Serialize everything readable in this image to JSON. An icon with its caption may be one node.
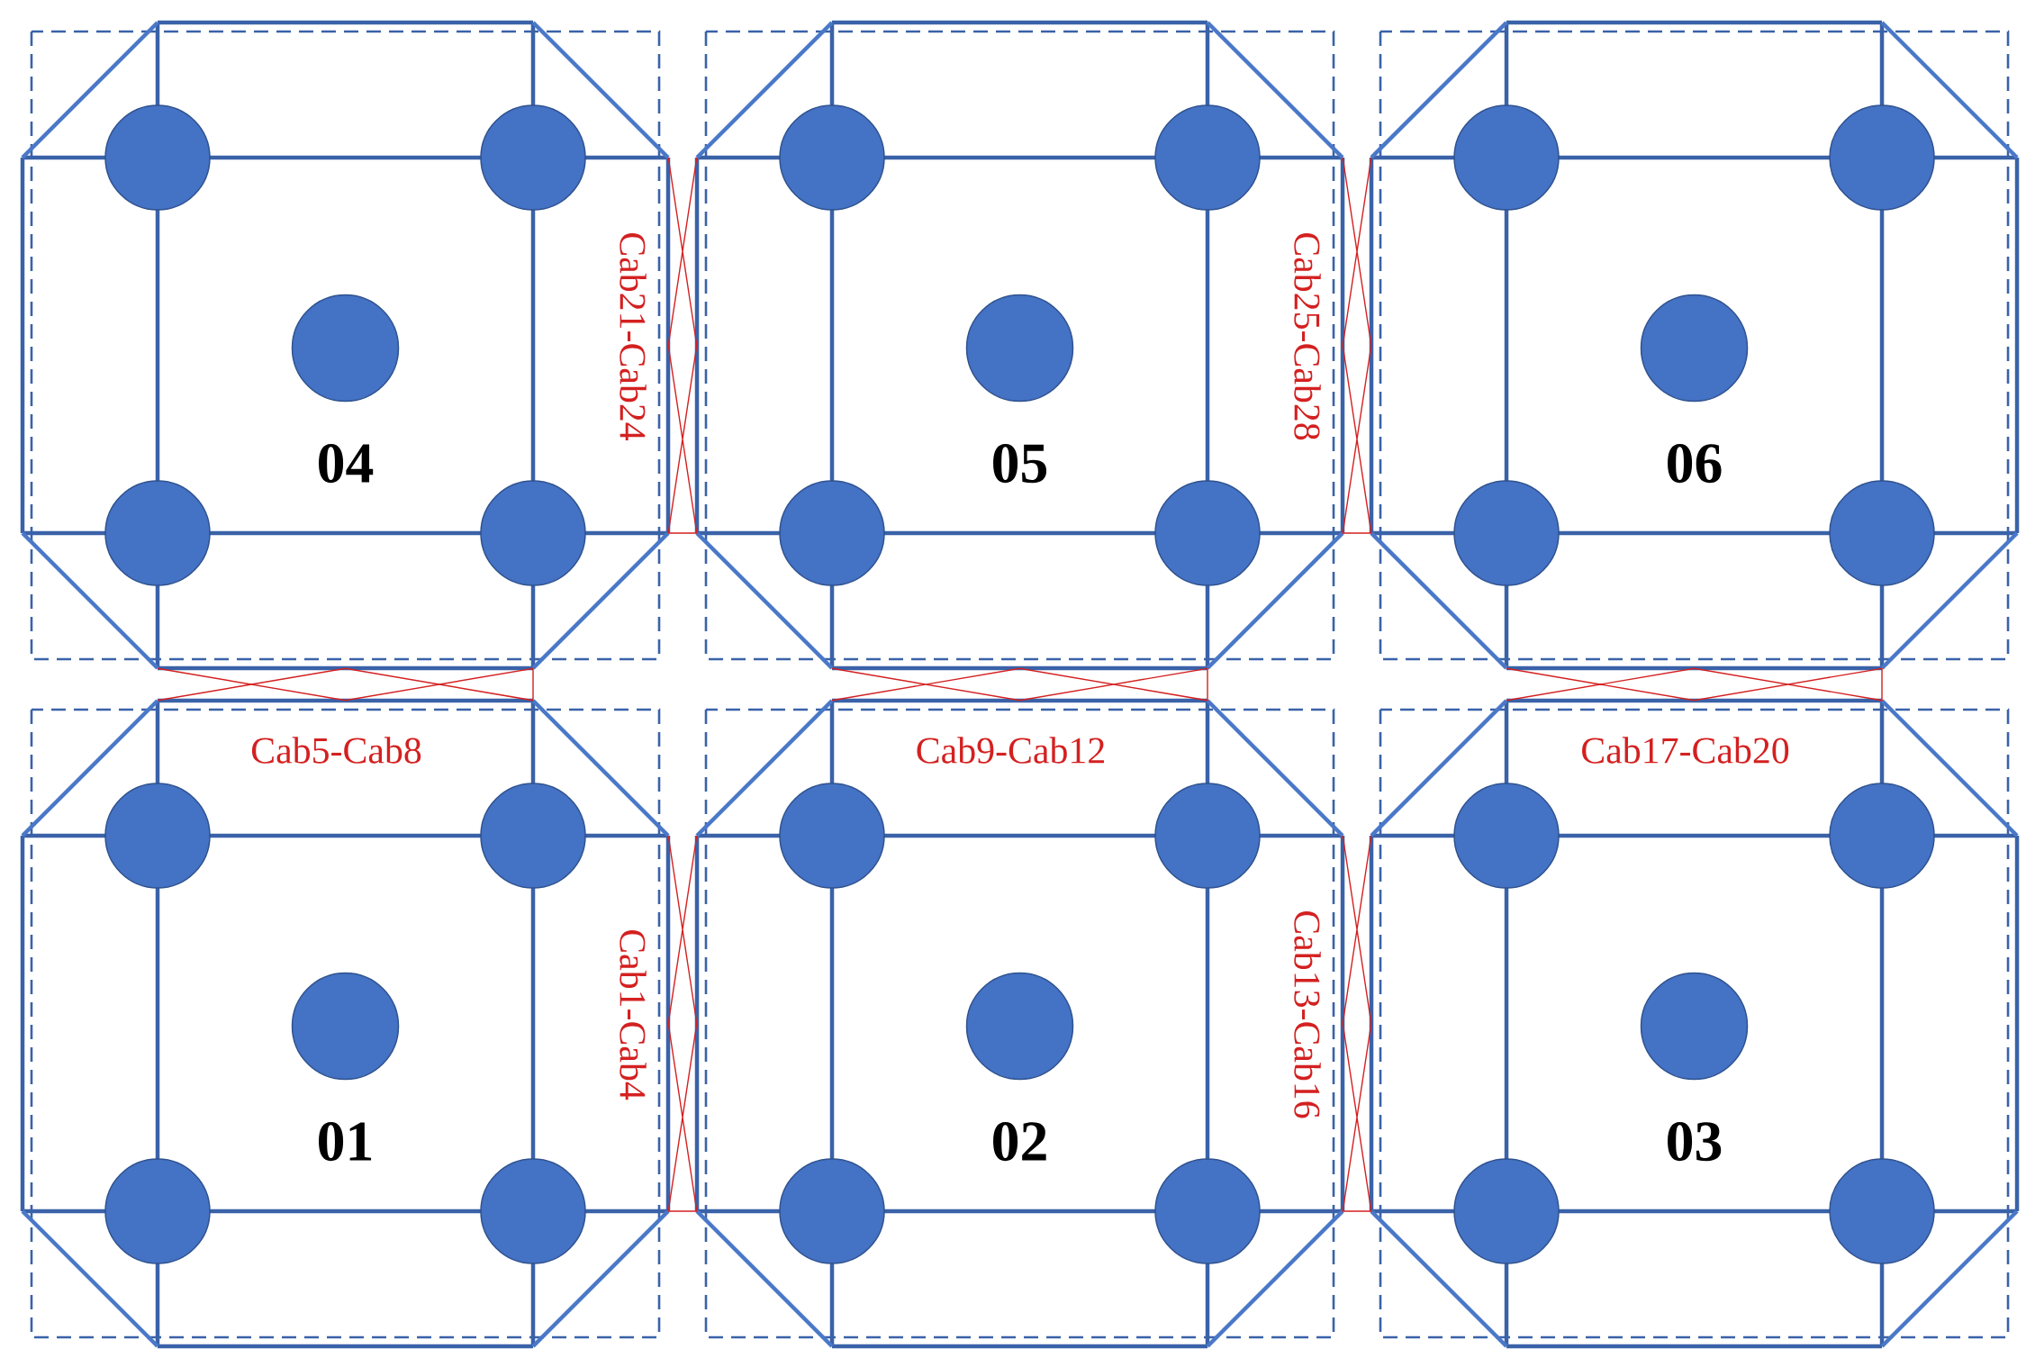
{
  "diagram": {
    "nodes": [
      {
        "text": [
          "04"
        ]
      },
      {
        "text": [
          "05"
        ]
      },
      {
        "text": [
          "06"
        ]
      },
      {
        "text": [
          "01"
        ]
      },
      {
        "text": [
          "02"
        ]
      },
      {
        "text": [
          "03"
        ]
      }
    ],
    "edges": [
      {
        "from": 0,
        "to": 1,
        "arrow": "none",
        "label": "Cab21-Cab24"
      },
      {
        "from": 1,
        "to": 2,
        "arrow": "none",
        "label": "Cab25-Cab28"
      },
      {
        "from": 0,
        "to": 3,
        "arrow": "none",
        "label": "Cab5-Cab8"
      },
      {
        "from": 1,
        "to": 4,
        "arrow": "none",
        "label": "Cab9-Cab12"
      },
      {
        "from": 2,
        "to": 5,
        "arrow": "none",
        "label": "Cab17-Cab20"
      },
      {
        "from": 3,
        "to": 4,
        "arrow": "none",
        "label": "Cab1-Cab4"
      },
      {
        "from": 4,
        "to": 5,
        "arrow": "none",
        "label": "Cab13-Cab16"
      }
    ]
  }
}
